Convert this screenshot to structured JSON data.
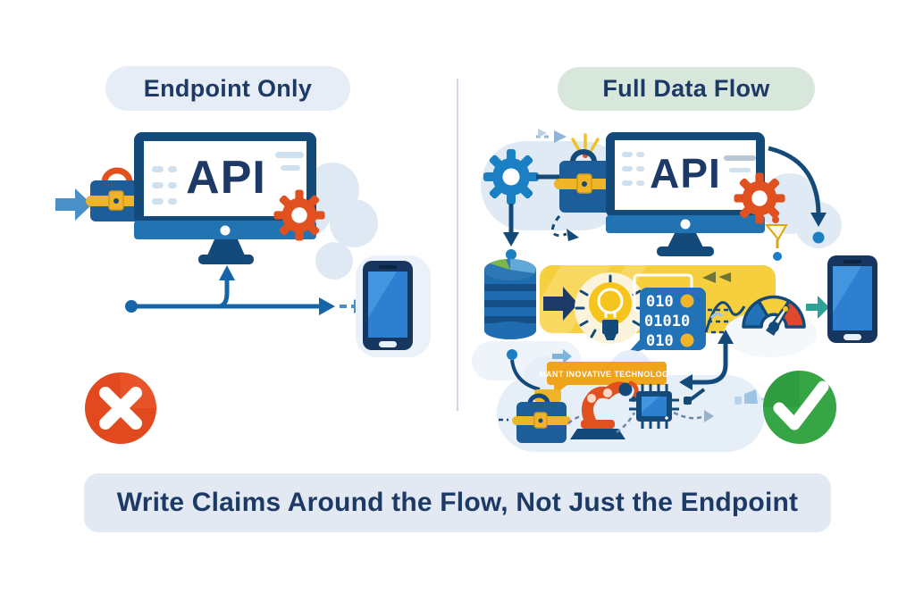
{
  "left_panel": {
    "title": "Endpoint Only",
    "monitor_label": "API",
    "verdict_icon": "x-circle-icon"
  },
  "right_panel": {
    "title": "Full Data Flow",
    "monitor_label": "API",
    "binary_code": [
      "010",
      "01010",
      "010"
    ],
    "machine_caption": "MANT INOVATIVE TECHNOLOGY",
    "verdict_icon": "check-circle-icon"
  },
  "caption": "Write Claims Around the Flow, Not Just the Endpoint",
  "colors": {
    "navy": "#1d3a66",
    "frame_navy": "#134a7a",
    "bezel_blue": "#2273b2",
    "accent_blue": "#1b7fc4",
    "orange": "#e0511f",
    "strap_yellow": "#f0b429",
    "band_yellow": "#f6cf3f",
    "reject_red": "#e2491f",
    "approve_green": "#36a546",
    "left_pill_bg": "#e6edf6",
    "right_pill_bg": "#d8e7db",
    "caption_bg": "#e3e9f3"
  }
}
